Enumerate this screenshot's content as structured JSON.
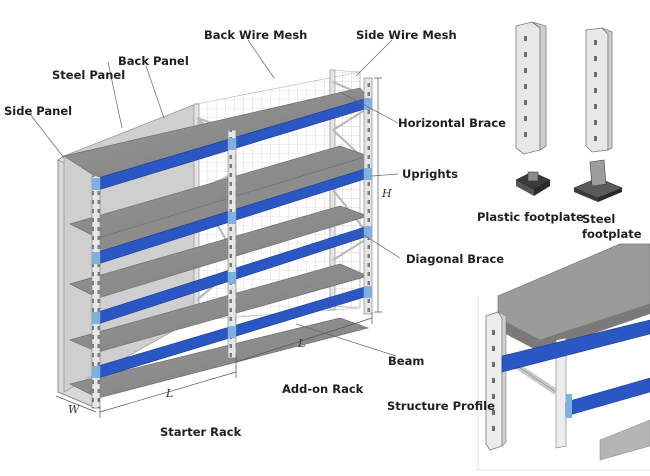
{
  "labels": {
    "back_wire_mesh": "Back Wire Mesh",
    "side_wire_mesh": "Side Wire Mesh",
    "back_panel": "Back Panel",
    "steel_panel": "Steel Panel",
    "side_panel": "Side Panel",
    "horizontal_brace": "Horizontal Brace",
    "uprights": "Uprights",
    "diagonal_brace": "Diagonal Brace",
    "beam": "Beam",
    "add_on_rack": "Add-on Rack",
    "starter_rack": "Starter Rack",
    "structure_profile": "Structure Profile",
    "plastic_footplate": "Plastic footplate",
    "steel_footplate_line1": "Steel",
    "steel_footplate_line2": "footplate"
  },
  "dimensions": {
    "height": "H",
    "length_add_on": "L",
    "length_starter": "L",
    "width": "W"
  },
  "colors": {
    "beam_blue": "#2a57c4",
    "shelf_grey": "#8a8a8a",
    "upright_grey": "#e2e2e2",
    "panel_grey": "#d9d9d9"
  }
}
